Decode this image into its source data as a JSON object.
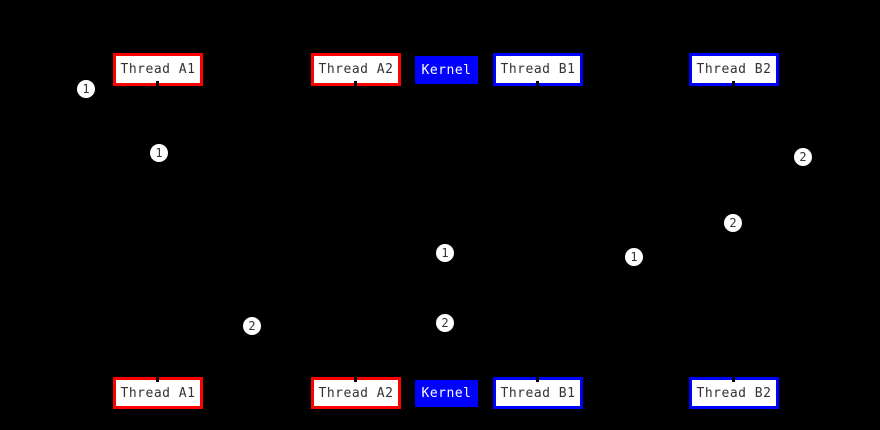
{
  "diagram": {
    "type": "sequence-diagram",
    "background_color": "#000000",
    "colors": {
      "thread_a_border": "#ff0000",
      "thread_b_border": "#0000ff",
      "participant_bg": "#ffffff",
      "participant_text": "#333333",
      "kernel_bg": "#0000ff",
      "kernel_text": "#ffffff",
      "badge_bg": "#ffffff",
      "badge_text": "#333333"
    },
    "participants": [
      {
        "label": "Thread A1",
        "group": "A",
        "style": "red-border"
      },
      {
        "label": "Thread A2",
        "group": "A",
        "style": "red-border"
      },
      {
        "label": "Kernel",
        "group": "kernel",
        "style": "blue-solid"
      },
      {
        "label": "Thread B1",
        "group": "B",
        "style": "blue-border"
      },
      {
        "label": "Thread B2",
        "group": "B",
        "style": "blue-border"
      }
    ],
    "badges": [
      {
        "number": "1"
      },
      {
        "number": "1"
      },
      {
        "number": "2"
      },
      {
        "number": "2"
      },
      {
        "number": "1"
      },
      {
        "number": "1"
      },
      {
        "number": "2"
      },
      {
        "number": "2"
      }
    ]
  }
}
